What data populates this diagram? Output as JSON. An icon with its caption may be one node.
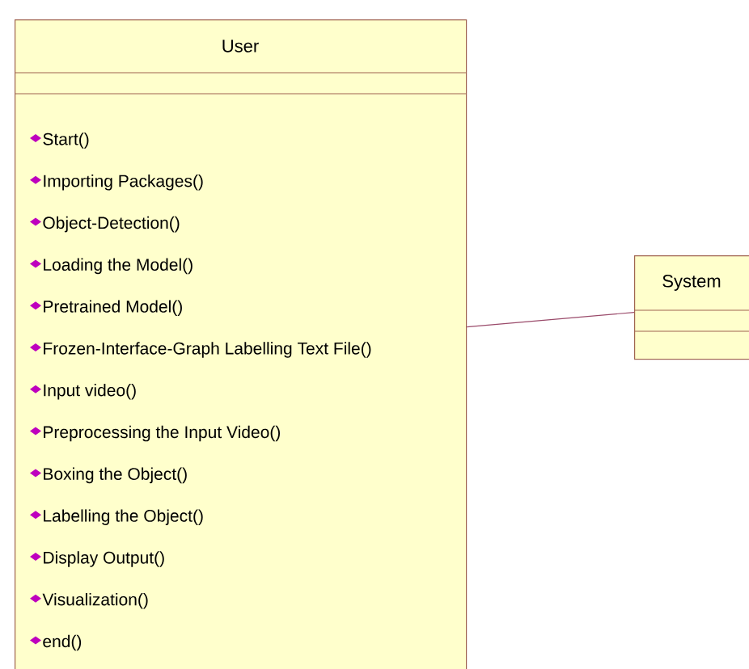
{
  "diagram": {
    "nodes": [
      {
        "text": [
          "User",
          "Start()",
          "Importing Packages()",
          "Object-Detection()",
          "Loading the Model()",
          "Pretrained Model()",
          "Frozen-Interface-Graph Labelling Text File()",
          "Input video()",
          "Preprocessing the Input Video()",
          "Boxing the Object()",
          "Labelling the Object()",
          "Display Output()",
          "Visualization()",
          "end()"
        ]
      },
      {
        "text": [
          "System"
        ]
      }
    ],
    "edges": [
      {
        "from": 0,
        "to": 1,
        "arrow": "none",
        "color": "#9a4a6a"
      }
    ]
  }
}
